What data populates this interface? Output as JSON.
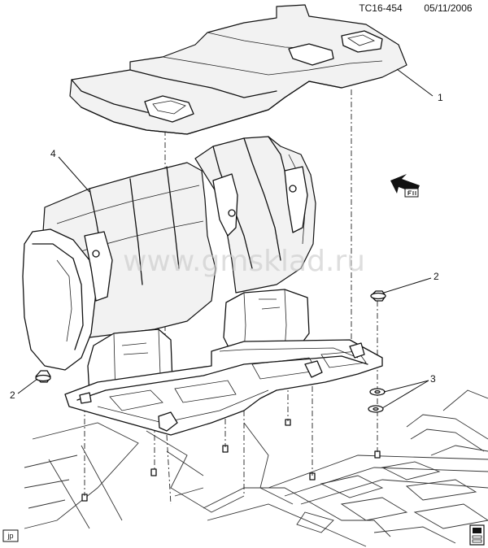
{
  "header": {
    "figure_code": "TC16-454",
    "date": "05/11/2006"
  },
  "watermark": "www.gmsklad.ru",
  "callouts": [
    {
      "id": "c1",
      "label": "1"
    },
    {
      "id": "c2a",
      "label": "2"
    },
    {
      "id": "c2b",
      "label": "2"
    },
    {
      "id": "c3",
      "label": "3"
    },
    {
      "id": "c4",
      "label": "4"
    }
  ],
  "corner_badge": "jp",
  "icons": [
    "front-arrow-icon",
    "book-icon"
  ]
}
